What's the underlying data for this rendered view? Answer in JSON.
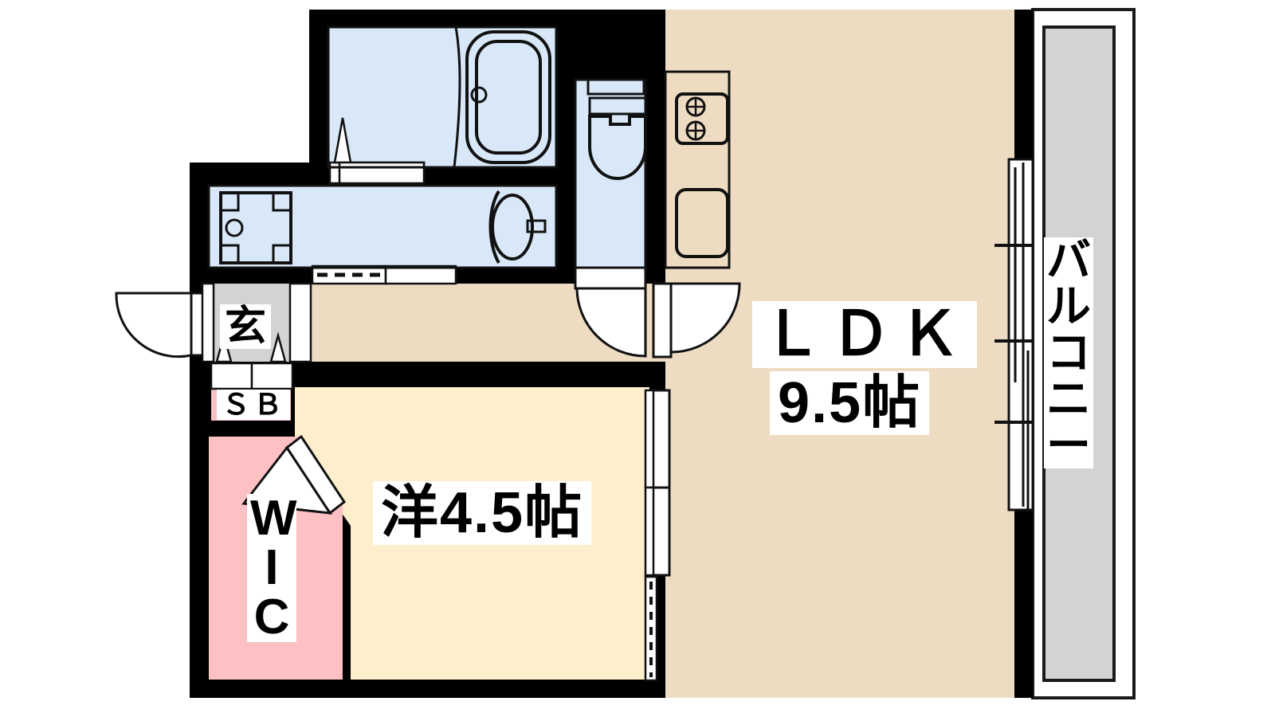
{
  "plan": {
    "title": "間取り図",
    "type": "1LDK apartment floor plan"
  },
  "rooms": [
    {
      "id": "ldk",
      "name": "LDK",
      "label_line1": "ＬＤＫ",
      "label_line2": "9.5帖",
      "fill": "#EEDCC2"
    },
    {
      "id": "bedroom",
      "name": "Western-style room",
      "label": "洋4.5帖",
      "fill": "#FDEFCC"
    },
    {
      "id": "wic",
      "name": "Walk-in closet",
      "label": "ＷＩＣ",
      "fill": "#FDC0C3"
    },
    {
      "id": "genkan",
      "name": "Entrance",
      "label": "玄",
      "fill": "#D3D3D3"
    },
    {
      "id": "sb",
      "name": "Shoe box",
      "label": "ＳＢ",
      "fill": "#FAC0C4"
    },
    {
      "id": "balcony",
      "name": "Balcony",
      "label": "バルコニー",
      "fill": "#D3D3D3"
    },
    {
      "id": "bath",
      "name": "Bathroom",
      "label": "",
      "fill": "#D9E8F8"
    },
    {
      "id": "washroom",
      "name": "Washroom / laundry",
      "label": "",
      "fill": "#D9E8F8"
    },
    {
      "id": "toilet",
      "name": "Toilet",
      "label": "",
      "fill": "#D9E8F8"
    },
    {
      "id": "kitchen",
      "name": "Kitchen",
      "label": "",
      "fill": "#D9E8F8"
    },
    {
      "id": "hall",
      "name": "Hallway / corridor",
      "label": "",
      "fill": "#EEDCC2"
    }
  ],
  "labels": {
    "ldk_main": "ＬＤＫ",
    "ldk_size": "9.5帖",
    "bedroom": "洋4.5帖",
    "wic_chars": [
      "W",
      "I",
      "C"
    ],
    "genkan": "玄",
    "shoebox": "ＳＢ",
    "balcony_chars": [
      "バ",
      "ル",
      "コ",
      "ニ",
      "ー"
    ]
  },
  "colors": {
    "wall": "#000000",
    "ldk_floor": "#EEDCC2",
    "bedroom_floor": "#FDEFCC",
    "wic_floor": "#FDC0C3",
    "shoebox_floor": "#FAC0C4",
    "wet_area": "#D9E8F8",
    "genkan_floor": "#D3D3D3",
    "balcony_floor": "#D3D3D3",
    "door_fill": "#FFFFFF",
    "outline": "#000000",
    "background": "#FFFFFF"
  },
  "fixtures": [
    {
      "name": "bathtub",
      "room": "bath"
    },
    {
      "name": "washing-machine-pan",
      "room": "washroom"
    },
    {
      "name": "wash-basin",
      "room": "washroom"
    },
    {
      "name": "toilet-bowl",
      "room": "toilet"
    },
    {
      "name": "gas-stove-two-burner",
      "room": "kitchen"
    },
    {
      "name": "kitchen-sink",
      "room": "kitchen"
    }
  ],
  "openings": [
    {
      "name": "entrance-door",
      "type": "swing"
    },
    {
      "name": "toilet-door",
      "type": "swing"
    },
    {
      "name": "ldk-door",
      "type": "swing"
    },
    {
      "name": "wic-door",
      "type": "swing"
    },
    {
      "name": "bath-door",
      "type": "swing"
    },
    {
      "name": "washroom-sliding-door",
      "type": "sliding"
    },
    {
      "name": "bedroom-ldk-sliding-door",
      "type": "sliding"
    },
    {
      "name": "balcony-sliding-window",
      "type": "sliding"
    }
  ]
}
